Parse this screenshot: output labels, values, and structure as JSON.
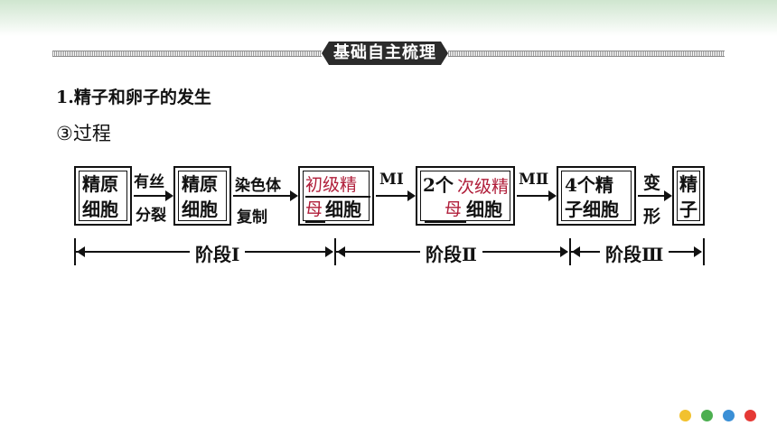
{
  "header": {
    "badge": "基础自主梳理"
  },
  "section": {
    "title": "1.精子和卵子的发生",
    "subtitle": "③过程"
  },
  "flow": {
    "box1": {
      "line1": "精原",
      "line2": "细胞"
    },
    "arrow1": {
      "answer": "有丝",
      "below": "分裂"
    },
    "box2": {
      "line1": "精原",
      "line2": "细胞"
    },
    "arrow2": {
      "above": "染色体",
      "below": "复制"
    },
    "box3": {
      "answer1": "初级精",
      "answer2": "母",
      "tail": "细胞"
    },
    "arrow3": {
      "above": "MⅠ"
    },
    "box4": {
      "prefix": "2个",
      "answer1": "次级精",
      "answer2": "母",
      "tail": "细胞"
    },
    "arrow4": {
      "above": "MⅡ"
    },
    "box5": {
      "line1": "4个精",
      "line2": "子细胞"
    },
    "arrow5": {
      "above": "变",
      "below": "形"
    },
    "box6": {
      "line1": "精",
      "line2": "子"
    }
  },
  "stages": {
    "s1": "阶段Ⅰ",
    "s2": "阶段Ⅱ",
    "s3": "阶段Ⅲ"
  },
  "colors": {
    "answer": "#b01e3a",
    "dots": [
      "#f2c12e",
      "#4caf50",
      "#3a8fd6",
      "#e53935"
    ]
  }
}
